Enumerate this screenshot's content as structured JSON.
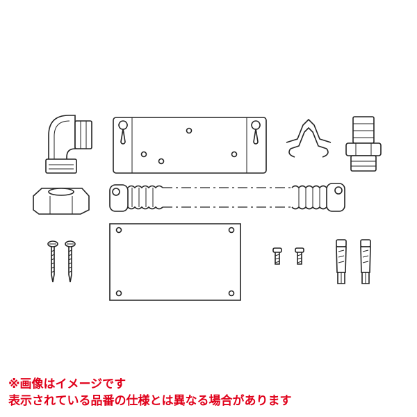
{
  "illustration": {
    "name": "parts-kit-illustration",
    "parts": [
      "elbow-fitting",
      "wall-bracket-plate",
      "clip-spring",
      "straight-union-fitting",
      "cap-nut",
      "flexible-hose",
      "mounting-plate",
      "wood-screw",
      "small-machine-screw",
      "anchor-bolt"
    ]
  },
  "disclaimer": {
    "line1": "※画像はイメージです",
    "line2": "表示されている品番の仕様とは異なる場合があります",
    "color": "#e0001a"
  },
  "colors": {
    "line": "#222222",
    "background": "#ffffff"
  }
}
